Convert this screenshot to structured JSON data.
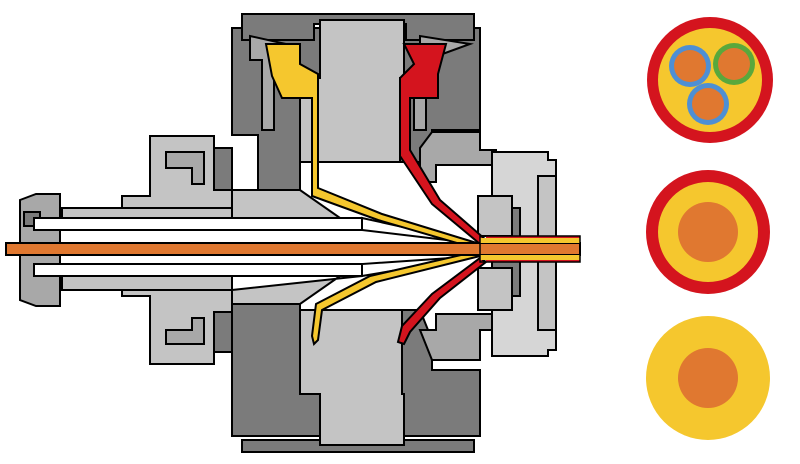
{
  "colors": {
    "background": "#ffffff",
    "outline": "#000000",
    "dark_gray": "#7b7b7b",
    "mid_gray": "#a8a8a8",
    "light_gray": "#c4c4c4",
    "lighter_gray": "#d6d6d6",
    "yellow_material": "#f5c72e",
    "red_material": "#d4141e",
    "orange_core": "#e07830",
    "blue_insulation": "#4e8fd4",
    "green_insulation": "#59a83c"
  },
  "cross_sections": [
    {
      "name": "three-core-cable",
      "layers": [
        "red_material",
        "yellow_material",
        "orange_core",
        "blue_insulation",
        "green_insulation"
      ]
    },
    {
      "name": "two-layer-cable",
      "layers": [
        "red_material",
        "yellow_material",
        "orange_core"
      ]
    },
    {
      "name": "single-layer-cable",
      "layers": [
        "yellow_material",
        "orange_core"
      ]
    }
  ]
}
